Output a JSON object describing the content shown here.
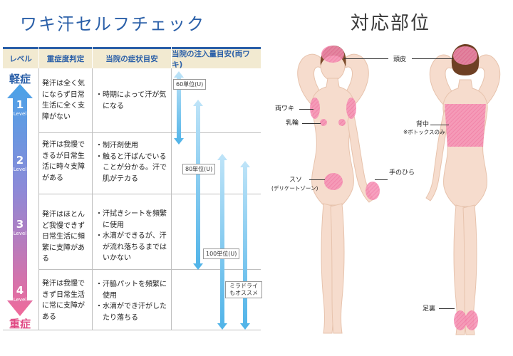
{
  "titles": {
    "left": "ワキ汗セルフチェック",
    "right": "対応部位"
  },
  "table": {
    "headers": [
      "レベル",
      "重症度判定",
      "当院の症状目安",
      "当院の注入量目安(両ワキ)"
    ],
    "mild_label": "軽症",
    "severe_label": "重症",
    "level_word": "Level",
    "rows": [
      {
        "level": "1",
        "severity": "発汗は全く気にならず日常生活に全く支障がない",
        "symptoms": [
          "・時期によって汗が気になる"
        ]
      },
      {
        "level": "2",
        "severity": "発汗は我慢できるが日常生活に時々支障がある",
        "symptoms": [
          "・制汗剤使用",
          "・触ると汗ばんでいることが分かる。汗で肌がテカる"
        ]
      },
      {
        "level": "3",
        "severity": "発汗はほとんど我慢できず日常生活に頻繁に支障がある",
        "symptoms": [
          "・汗拭きシートを頻繁に使用",
          "・水滴ができるが、汗が流れ落ちるまではいかない"
        ]
      },
      {
        "level": "4",
        "severity": "発汗は我慢できず日常生活に常に支障がある",
        "symptoms": [
          "・汗脇パットを頻繁に使用",
          "・水滴ができ汗がしたたり落ちる"
        ]
      }
    ],
    "amounts": [
      "60単位(U)",
      "80単位(U)",
      "100単位(U)",
      "ミラドライもオススメ"
    ]
  },
  "body_parts": {
    "scalp": "頭皮",
    "underarms": "両ワキ",
    "nipples": "乳輪",
    "back": "背中",
    "back_note": "※ボトックスのみ",
    "palms": "手のひら",
    "groin": "スソ",
    "groin_note": "(デリケートゾーン)",
    "soles": "足裏"
  },
  "colors": {
    "accent_blue": "#2a5fa8",
    "header_bg": "#f2ead1",
    "pink": "#f06a9a",
    "arrow_blue": "#4fb3e8"
  }
}
